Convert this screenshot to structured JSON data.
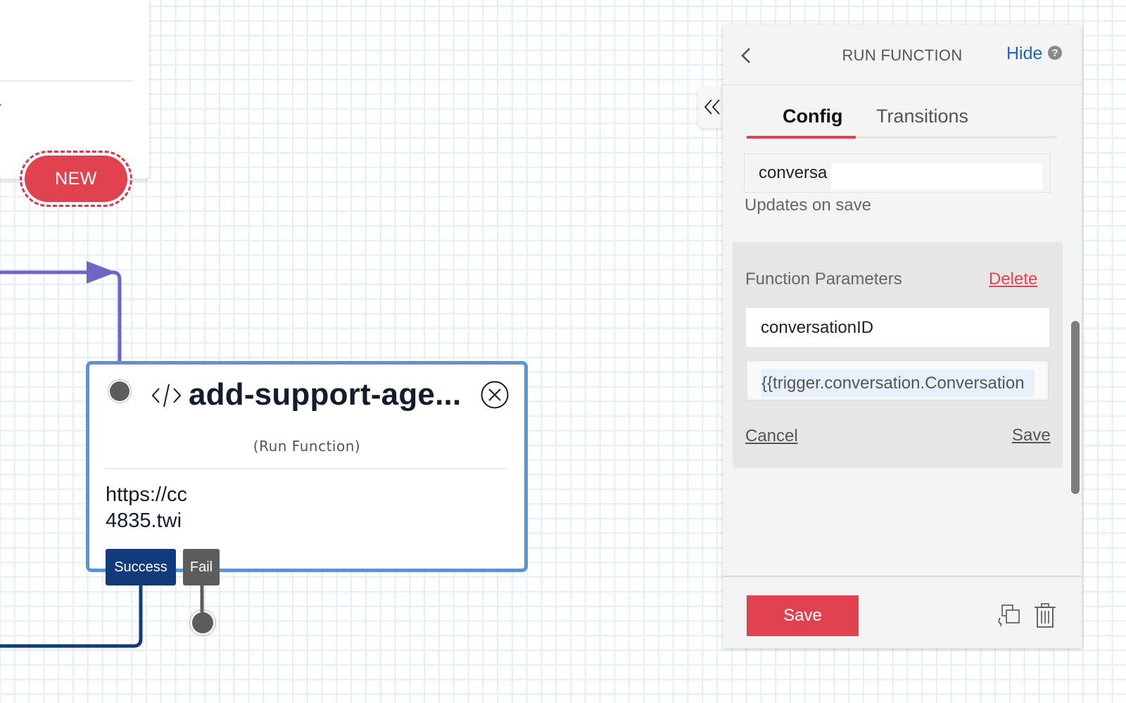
{
  "canvas": {
    "previous_node": {
      "badge_label": "NEW"
    },
    "node": {
      "title": "add-support-age...",
      "type_label": "(Run Function)",
      "url_lines": [
        "https://cc",
        "4835.twi"
      ],
      "icon": "code-icon",
      "transitions": [
        {
          "label": "Success",
          "color": "#123b7b"
        },
        {
          "label": "Fail",
          "color": "#5c5c5c"
        }
      ]
    },
    "colors": {
      "incoming_wire": "#6e66c4",
      "success_wire": "#123b7b",
      "node_border": "#5b94cf",
      "grid": "#e3eefb"
    }
  },
  "panel": {
    "title": "RUN FUNCTION",
    "hide_label": "Hide",
    "tabs": [
      {
        "label": "Config",
        "active": true
      },
      {
        "label": "Transitions",
        "active": false
      }
    ],
    "widget_name": {
      "value": "conversa",
      "note": "Updates on save"
    },
    "function_parameters": {
      "label": "Function Parameters",
      "delete_label": "Delete",
      "key_value": "conversationID",
      "value_value": "{{trigger.conversation.Conversation",
      "cancel_label": "Cancel",
      "save_label": "Save"
    },
    "footer": {
      "save_label": "Save"
    },
    "accent_color": "#e0434f",
    "link_color": "#1f66c1"
  }
}
